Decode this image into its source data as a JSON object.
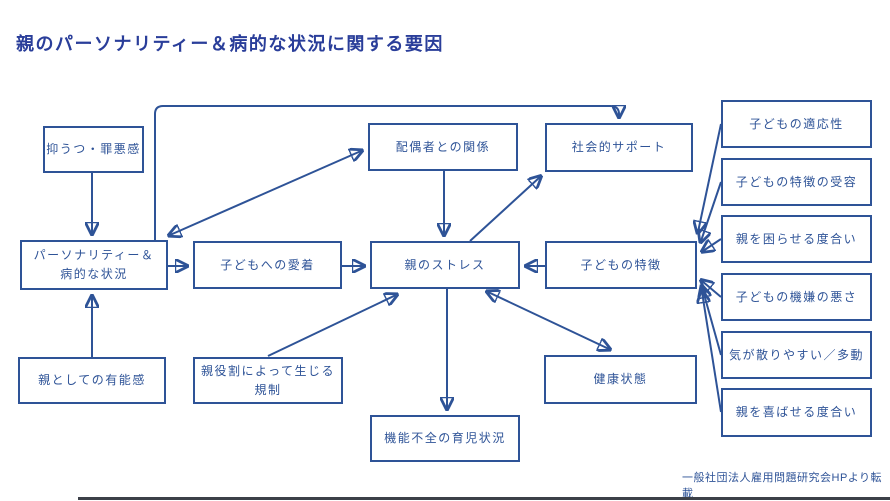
{
  "title": "親のパーソナリティー＆病的な状況に関する要因",
  "caption": "一般社団法人雇用問題研究会HPより転載",
  "colors": {
    "line": "#2e5397",
    "box_border": "#2e5397",
    "box_text": "#2e5397",
    "title_text": "#2a3e9a",
    "background": "#ffffff",
    "footer_bar": "#3c4048"
  },
  "nodes": [
    {
      "id": "depression",
      "label": "抑うつ・罪悪感"
    },
    {
      "id": "personality",
      "label": "パーソナリティー＆\n病的な状況"
    },
    {
      "id": "attachment",
      "label": "子どもへの愛着"
    },
    {
      "id": "spouse",
      "label": "配偶者との関係"
    },
    {
      "id": "social",
      "label": "社会的サポート"
    },
    {
      "id": "stress",
      "label": "親のストレス"
    },
    {
      "id": "childchar",
      "label": "子どもの特徴"
    },
    {
      "id": "competence",
      "label": "親としての有能感"
    },
    {
      "id": "roles",
      "label": "親役割によって生じる規制"
    },
    {
      "id": "health",
      "label": "健康状態"
    },
    {
      "id": "dysfunction",
      "label": "機能不全の育児状況"
    },
    {
      "id": "adaptability",
      "label": "子どもの適応性"
    },
    {
      "id": "acceptance",
      "label": "子どもの特徴の受容"
    },
    {
      "id": "troubling",
      "label": "親を困らせる度合い"
    },
    {
      "id": "badmood",
      "label": "子どもの機嫌の悪さ"
    },
    {
      "id": "distract",
      "label": "気が散りやすい／多動"
    },
    {
      "id": "pleasing",
      "label": "親を喜ばせる度合い"
    }
  ],
  "edges": [
    {
      "from": "抑うつ・罪悪感",
      "to": "パーソナリティー＆病的な状況",
      "type": "one-way"
    },
    {
      "from": "親としての有能感",
      "to": "パーソナリティー＆病的な状況",
      "type": "one-way"
    },
    {
      "from": "パーソナリティー＆病的な状況",
      "to": "子どもへの愛着",
      "type": "one-way"
    },
    {
      "from": "子どもへの愛着",
      "to": "親のストレス",
      "type": "one-way"
    },
    {
      "from": "子どもの特徴",
      "to": "親のストレス",
      "type": "one-way"
    },
    {
      "from": "パーソナリティー＆病的な状況",
      "to": "配偶者との関係",
      "type": "two-way"
    },
    {
      "from": "配偶者との関係",
      "to": "親のストレス",
      "type": "one-way"
    },
    {
      "from": "親のストレス",
      "to": "社会的サポート",
      "type": "one-way"
    },
    {
      "from": "パーソナリティー＆病的な状況",
      "to": "社会的サポート",
      "type": "one-way"
    },
    {
      "from": "親役割によって生じる規制",
      "to": "親のストレス",
      "type": "one-way"
    },
    {
      "from": "親のストレス",
      "to": "健康状態",
      "type": "two-way"
    },
    {
      "from": "親のストレス",
      "to": "機能不全の育児状況",
      "type": "one-way"
    },
    {
      "from": "子どもの適応性",
      "to": "子どもの特徴",
      "type": "one-way"
    },
    {
      "from": "子どもの特徴の受容",
      "to": "子どもの特徴",
      "type": "one-way"
    },
    {
      "from": "親を困らせる度合い",
      "to": "子どもの特徴",
      "type": "one-way"
    },
    {
      "from": "子どもの機嫌の悪さ",
      "to": "子どもの特徴",
      "type": "one-way"
    },
    {
      "from": "気が散りやすい／多動",
      "to": "子どもの特徴",
      "type": "one-way"
    },
    {
      "from": "親を喜ばせる度合い",
      "to": "子どもの特徴",
      "type": "one-way"
    }
  ]
}
